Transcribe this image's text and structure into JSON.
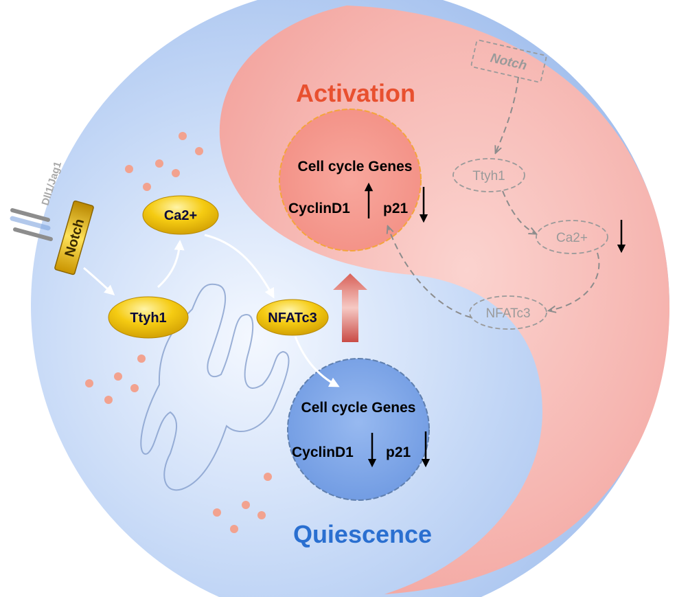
{
  "labels": {
    "activation": "Activation",
    "quiescence": "Quiescence",
    "ligand": "Dll1/Jag1"
  },
  "quiescent_pathway": {
    "notch": "Notch",
    "ttyh1": "Ttyh1",
    "ca2": "Ca2+",
    "nfatc3": "NFATc3"
  },
  "activation_pathway": {
    "notch": "Notch",
    "ttyh1": "Ttyh1",
    "ca2": "Ca2+",
    "nfatc3": "NFATc3"
  },
  "activation_genes": {
    "title": "Cell cycle Genes",
    "cyclin": "CyclinD1",
    "p21": "p21",
    "cyclin_direction": "up",
    "p21_direction": "down"
  },
  "quiescence_genes": {
    "title": "Cell cycle Genes",
    "cyclin": "CyclinD1",
    "p21": "p21",
    "cyclin_direction": "down",
    "p21_direction": "down"
  },
  "colors": {
    "blue_region": "#a9c6f2",
    "pink_region": "#f6b4b0",
    "activation_text": "#e8502f",
    "quiescence_text": "#2a6fd0",
    "protein_gold": "#f2c200"
  }
}
